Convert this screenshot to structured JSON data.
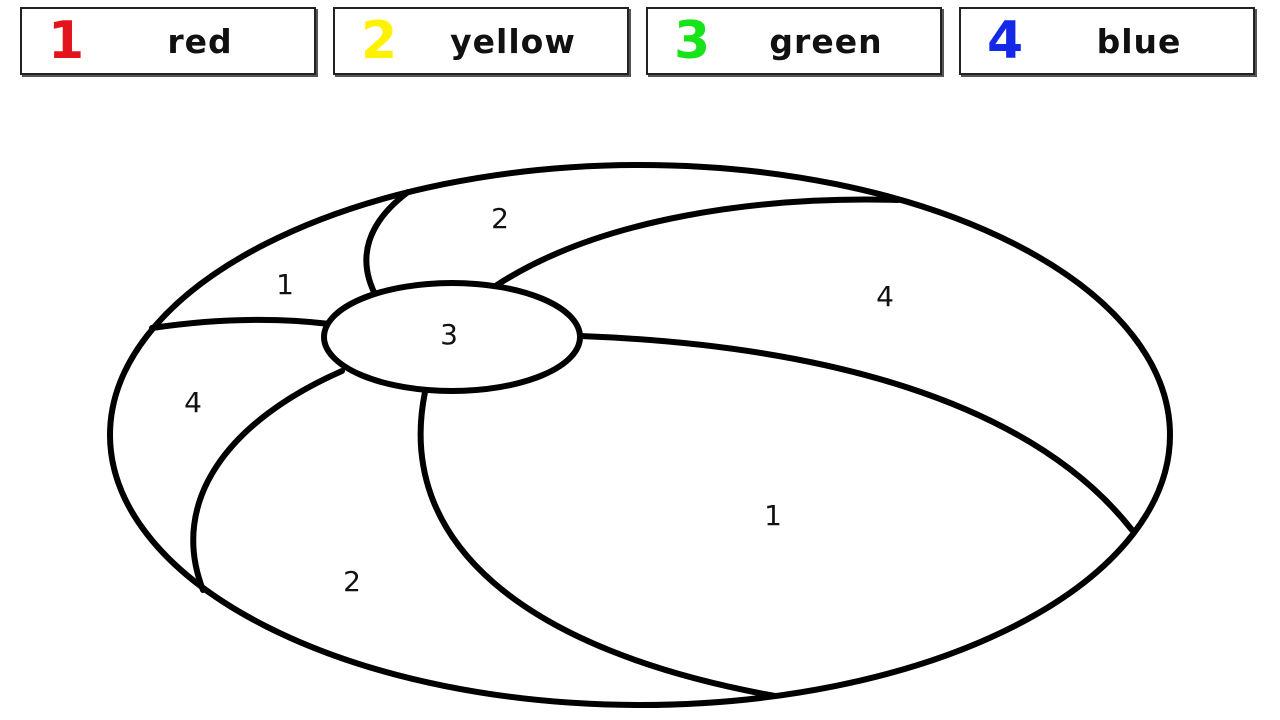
{
  "legend": [
    {
      "number": "1",
      "word": "red",
      "color": "#e3141b"
    },
    {
      "number": "2",
      "word": "yellow",
      "color": "#fff200"
    },
    {
      "number": "3",
      "word": "green",
      "color": "#18e31a"
    },
    {
      "number": "4",
      "word": "blue",
      "color": "#1428e8"
    }
  ],
  "regions": [
    {
      "name": "top-panel",
      "label": "2"
    },
    {
      "name": "upper-left-panel",
      "label": "1"
    },
    {
      "name": "center-cap",
      "label": "3"
    },
    {
      "name": "upper-right-panel",
      "label": "4"
    },
    {
      "name": "left-panel",
      "label": "4"
    },
    {
      "name": "lower-right-panel",
      "label": "1"
    },
    {
      "name": "bottom-panel",
      "label": "2"
    }
  ]
}
